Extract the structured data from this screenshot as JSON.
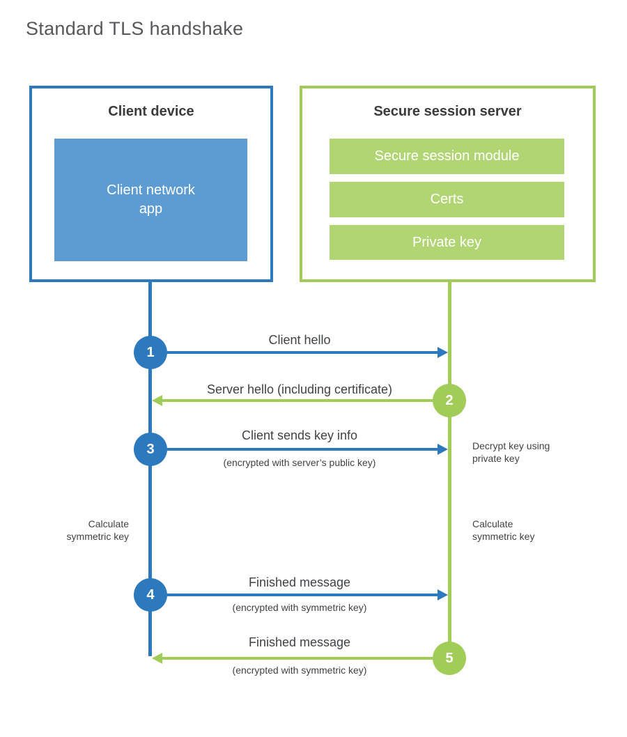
{
  "page": {
    "title": "Standard TLS handshake"
  },
  "client": {
    "title": "Client device",
    "app_label": "Client network\napp"
  },
  "server": {
    "title": "Secure session server",
    "modules": [
      "Secure session module",
      "Certs",
      "Private key"
    ]
  },
  "steps": [
    {
      "number": "1",
      "from": "client",
      "to": "server",
      "label": "Client hello"
    },
    {
      "number": "2",
      "from": "server",
      "to": "client",
      "label": "Server hello (including certificate)"
    },
    {
      "number": "3",
      "from": "client",
      "to": "server",
      "label": "Client sends key info",
      "sublabel": "(encrypted with server’s public key)"
    },
    {
      "number": "4",
      "from": "client",
      "to": "server",
      "label": "Finished message",
      "sublabel": "(encrypted with symmetric key)"
    },
    {
      "number": "5",
      "from": "server",
      "to": "client",
      "label": "Finished message",
      "sublabel": "(encrypted with symmetric key)"
    }
  ],
  "annotations": {
    "decrypt_note": "Decrypt key using\nprivate key",
    "calc_left": "Calculate\nsymmetric key",
    "calc_right": "Calculate\nsymmetric key"
  },
  "colors": {
    "blue": "#2d79bd",
    "blue_fill": "#5d9cd3",
    "green": "#a2cc58",
    "green_fill": "#b2d574",
    "title_text": "#55575a",
    "heading_text": "#3b3b3d",
    "label_text": "#3f4245"
  }
}
